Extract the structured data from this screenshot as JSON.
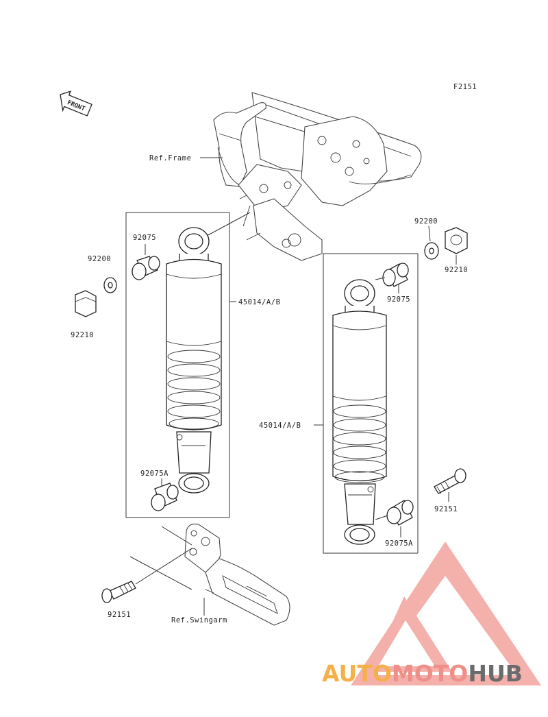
{
  "figure_id": "F2151",
  "front_label": "FRONT",
  "labels": {
    "ref_frame": "Ref.Frame",
    "ref_swingarm": "Ref.Swingarm",
    "left_92075": "92075",
    "left_92200": "92200",
    "left_92210": "92210",
    "left_45014": "45014/A/B",
    "left_92075A": "92075A",
    "left_92151": "92151",
    "right_92200": "92200",
    "right_92210": "92210",
    "right_92075": "92075",
    "right_45014": "45014/A/B",
    "right_92151": "92151",
    "right_92075A": "92075A"
  },
  "watermark": {
    "part1": "AUTO",
    "part2": "MOTO",
    "part3": "HUB",
    "colors": {
      "auto": "#f5b04a",
      "moto": "#ef8f8a",
      "hub": "#6b6b6b",
      "triangle": "#f3a39c"
    }
  }
}
